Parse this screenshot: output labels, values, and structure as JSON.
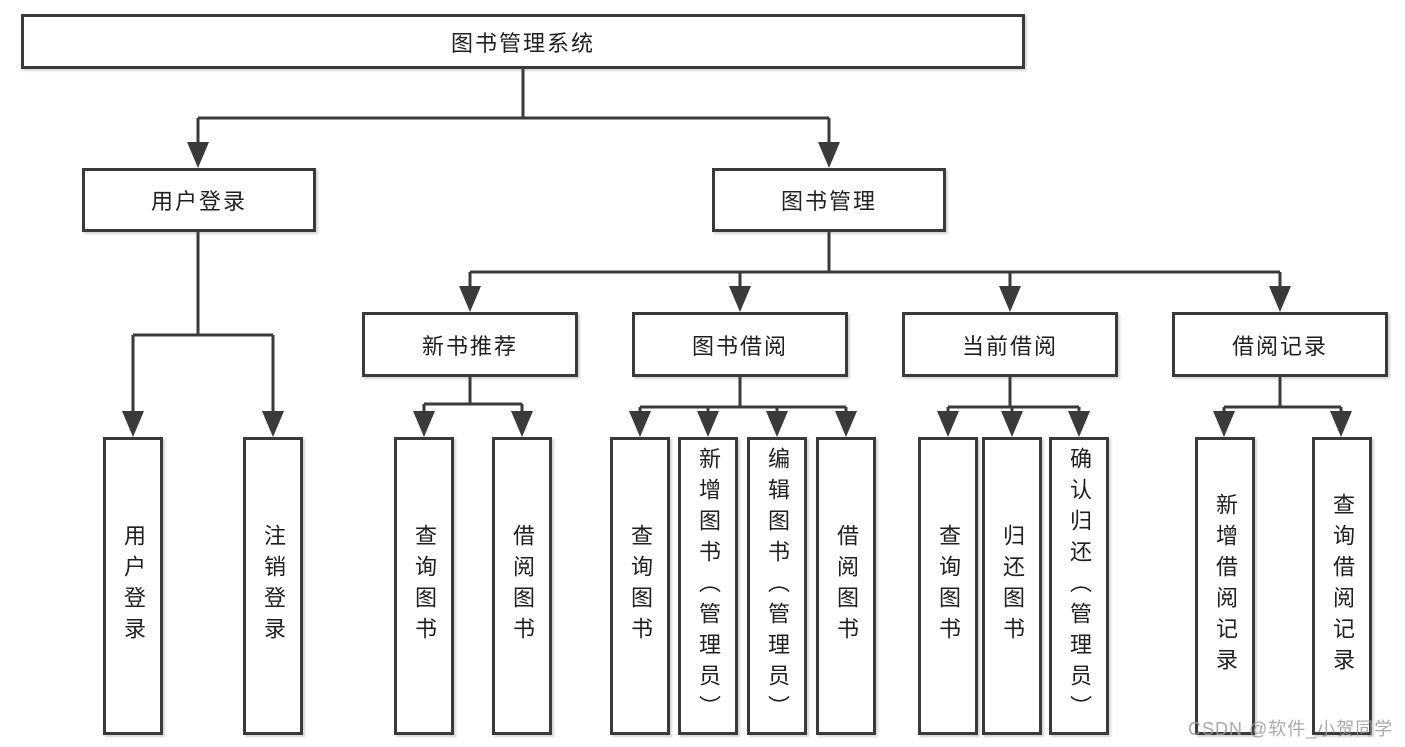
{
  "diagram": {
    "colors": {
      "line": "#3a3a3a",
      "box_border": "#3a3a3a",
      "box_bg": "#ffffff",
      "text": "#1f1f1f",
      "watermark": "#9b9b9b"
    },
    "nodes": {
      "root": "图书管理系统",
      "user_login": "用户登录",
      "book_mgmt": "图书管理",
      "new_book_rec": "新书推荐",
      "book_borrow": "图书借阅",
      "current_borrow": "当前借阅",
      "borrow_records": "借阅记录",
      "leaf_user_login": "用户登录",
      "leaf_logout": "注销登录",
      "leaf_nb_query": "查询图书",
      "leaf_nb_borrow": "借阅图书",
      "leaf_bb_query": "查询图书",
      "leaf_bb_add": "新增图书（管理员）",
      "leaf_bb_edit": "编辑图书（管理员）",
      "leaf_bb_borrow": "借阅图书",
      "leaf_cb_query": "查询图书",
      "leaf_cb_return": "归还图书",
      "leaf_cb_confirm": "确认归还（管理员）",
      "leaf_br_add": "新增借阅记录",
      "leaf_br_query": "查询借阅记录"
    },
    "hierarchy": {
      "图书管理系统": {
        "用户登录": [
          "用户登录",
          "注销登录"
        ],
        "图书管理": {
          "新书推荐": [
            "查询图书",
            "借阅图书"
          ],
          "图书借阅": [
            "查询图书",
            "新增图书（管理员）",
            "编辑图书（管理员）",
            "借阅图书"
          ],
          "当前借阅": [
            "查询图书",
            "归还图书",
            "确认归还（管理员）"
          ],
          "借阅记录": [
            "新增借阅记录",
            "查询借阅记录"
          ]
        }
      }
    },
    "watermark": "CSDN @软件_小贺同学"
  }
}
